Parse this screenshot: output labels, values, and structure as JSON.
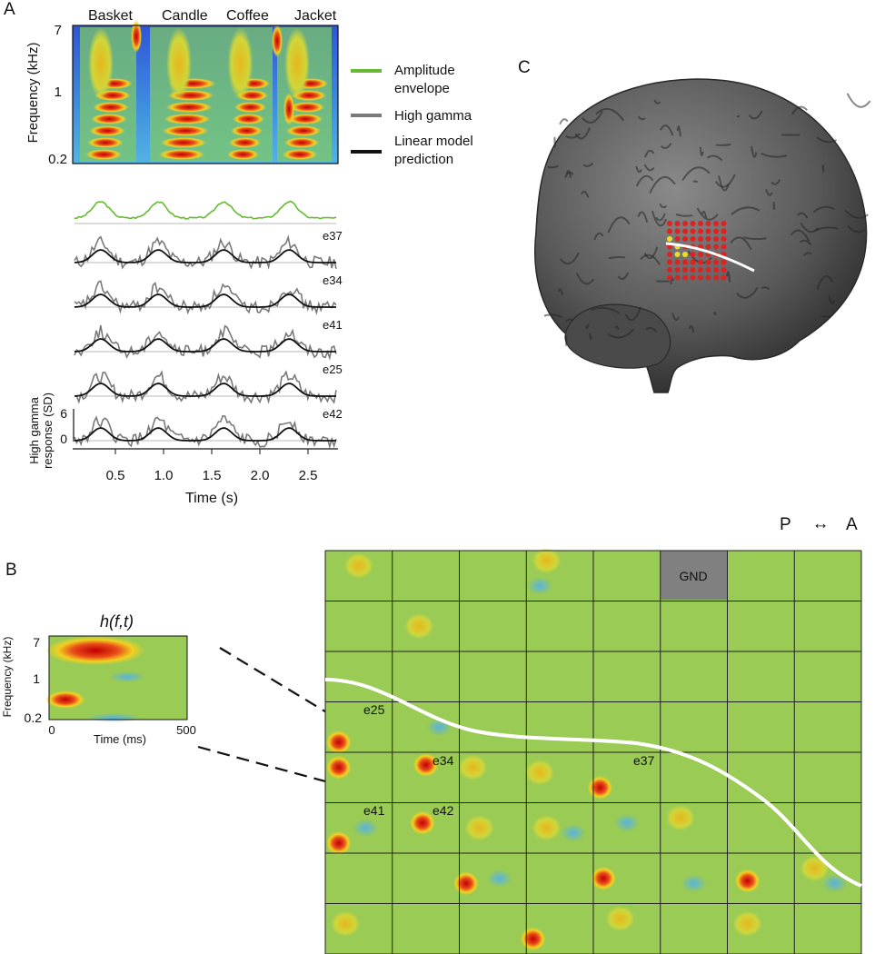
{
  "panel_a": {
    "letter": "A",
    "words": [
      "Basket",
      "Candle",
      "Coffee",
      "Jacket"
    ],
    "spectrogram": {
      "ylabel": "Frequency (kHz)",
      "yticks": [
        "7",
        "1",
        "0.2"
      ]
    },
    "legend": [
      {
        "line1": "Amplitude",
        "line2": "envelope",
        "color": "#66bb33"
      },
      {
        "line1": "High gamma",
        "line2": "",
        "color": "#7a7a7a"
      },
      {
        "line1": "Linear model",
        "line2": "prediction",
        "color": "#111111"
      }
    ],
    "traces": {
      "electrodes": [
        "e37",
        "e34",
        "e41",
        "e25",
        "e42"
      ],
      "ylabel_line1": "High gamma",
      "ylabel_line2": "response (SD)",
      "yticks": [
        "6",
        "0"
      ],
      "xlabel": "Time (s)",
      "xticks": [
        "0.5",
        "1.0",
        "1.5",
        "2.0",
        "2.5"
      ]
    }
  },
  "panel_b": {
    "letter": "B",
    "strf": {
      "title": "h(f,t)",
      "ylabel": "Frequency (kHz)",
      "yticks": [
        "7",
        "1",
        "0.2"
      ],
      "xlabel": "Time (ms)",
      "xticks": [
        "0",
        "500"
      ]
    },
    "grid": {
      "orientation_p": "P",
      "orientation_a": "A",
      "orientation_arrow": "↔",
      "ground_label": "GND",
      "electrode_labels": [
        "e25",
        "e34",
        "e37",
        "e41",
        "e42"
      ]
    }
  },
  "panel_c": {
    "letter": "C"
  },
  "colors": {
    "grid_base": "#9acb55",
    "hot": "#c8171c",
    "cold": "#55aadd",
    "ground": "#808080",
    "sylvian": "#ffffff",
    "electrode": "#dd2222",
    "electrode_selected": "#eedd22"
  }
}
